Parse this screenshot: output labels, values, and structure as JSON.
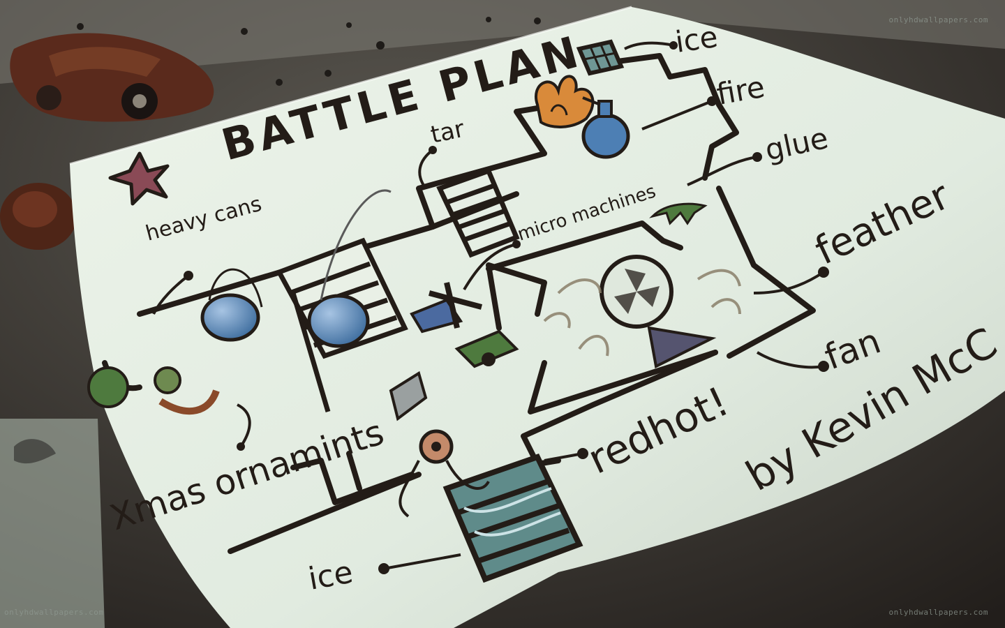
{
  "drawing": {
    "title": "BATTLE PLAN",
    "signature": "by Kevin McC",
    "labels": {
      "ice_top": "ice",
      "fire": "fire",
      "glue": "glue",
      "tar": "tar",
      "micro_machines": "micro machines",
      "heavy_cans": "heavy cans",
      "feather": "feather",
      "fan": "fan",
      "red_hot": "redhot!",
      "xmas_ornaments": "Xmas ornamints",
      "ice_bottom": "ice"
    }
  },
  "watermarks": {
    "top_right": "onlyhdwallpapers.com",
    "bottom_left": "onlyhdwallpapers.com",
    "bottom_right": "onlyhdwallpapers.com"
  },
  "colors": {
    "paper": "#e6efe5",
    "ink": "#231c17",
    "table": "#3a2f28",
    "wood": "#6b3a25",
    "star": "#8a4a56",
    "paint_blue": "#4d7fb4",
    "flame": "#d98a3a",
    "fan_base": "#55546f"
  }
}
